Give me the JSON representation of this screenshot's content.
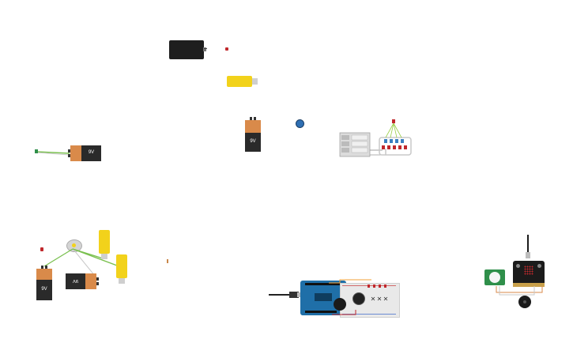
{
  "canvas": {
    "background": "#ffffff"
  },
  "labels": {
    "battery_9v": "9V",
    "battery_9v_rotated": "9V"
  },
  "colors": {
    "battery_orange": "#d98a4a",
    "battery_black": "#2a2a2a",
    "motor_yellow": "#f2d21b",
    "wire_green": "#7ac04f",
    "arduino_blue": "#1f6fa8",
    "breadboard": "#e9e9e9",
    "microbit_black": "#1b1b1b",
    "led_red": "#c0282c",
    "pcb_green": "#2f8f4a"
  },
  "components": [
    {
      "name": "battery-9v"
    },
    {
      "name": "dc-motor"
    },
    {
      "name": "led"
    },
    {
      "name": "potentiometer"
    },
    {
      "name": "arduino-uno"
    },
    {
      "name": "breadboard"
    },
    {
      "name": "piezo-buzzer"
    },
    {
      "name": "microbit"
    },
    {
      "name": "pir-sensor"
    },
    {
      "name": "relay-module"
    },
    {
      "name": "battery-pack"
    }
  ]
}
